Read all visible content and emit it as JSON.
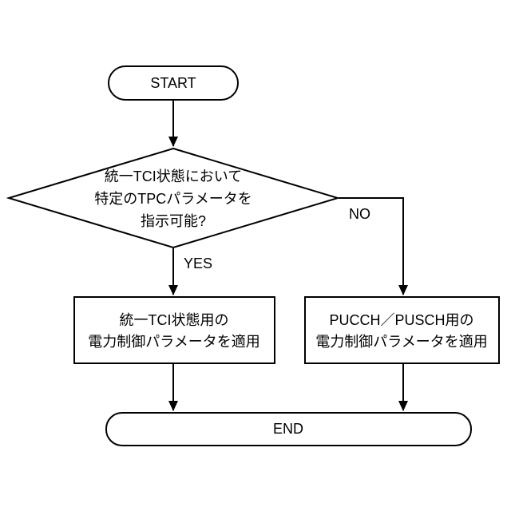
{
  "flowchart": {
    "colors": {
      "stroke": "#000000",
      "fill": "#ffffff",
      "background": "#ffffff",
      "text": "#000000"
    },
    "start": {
      "label": "START"
    },
    "decision": {
      "line1": "統一TCI状態において",
      "line2": "特定のTPCパラメータを",
      "line3": "指示可能?"
    },
    "branch": {
      "yes": "YES",
      "no": "NO"
    },
    "process_unified_tci": {
      "line1": "統一TCI状態用の",
      "line2": "電力制御パラメータを適用"
    },
    "process_pucch_pusch": {
      "line1": "PUCCH／PUSCH用の",
      "line2": "電力制御パラメータを適用"
    },
    "end": {
      "label": "END"
    }
  }
}
